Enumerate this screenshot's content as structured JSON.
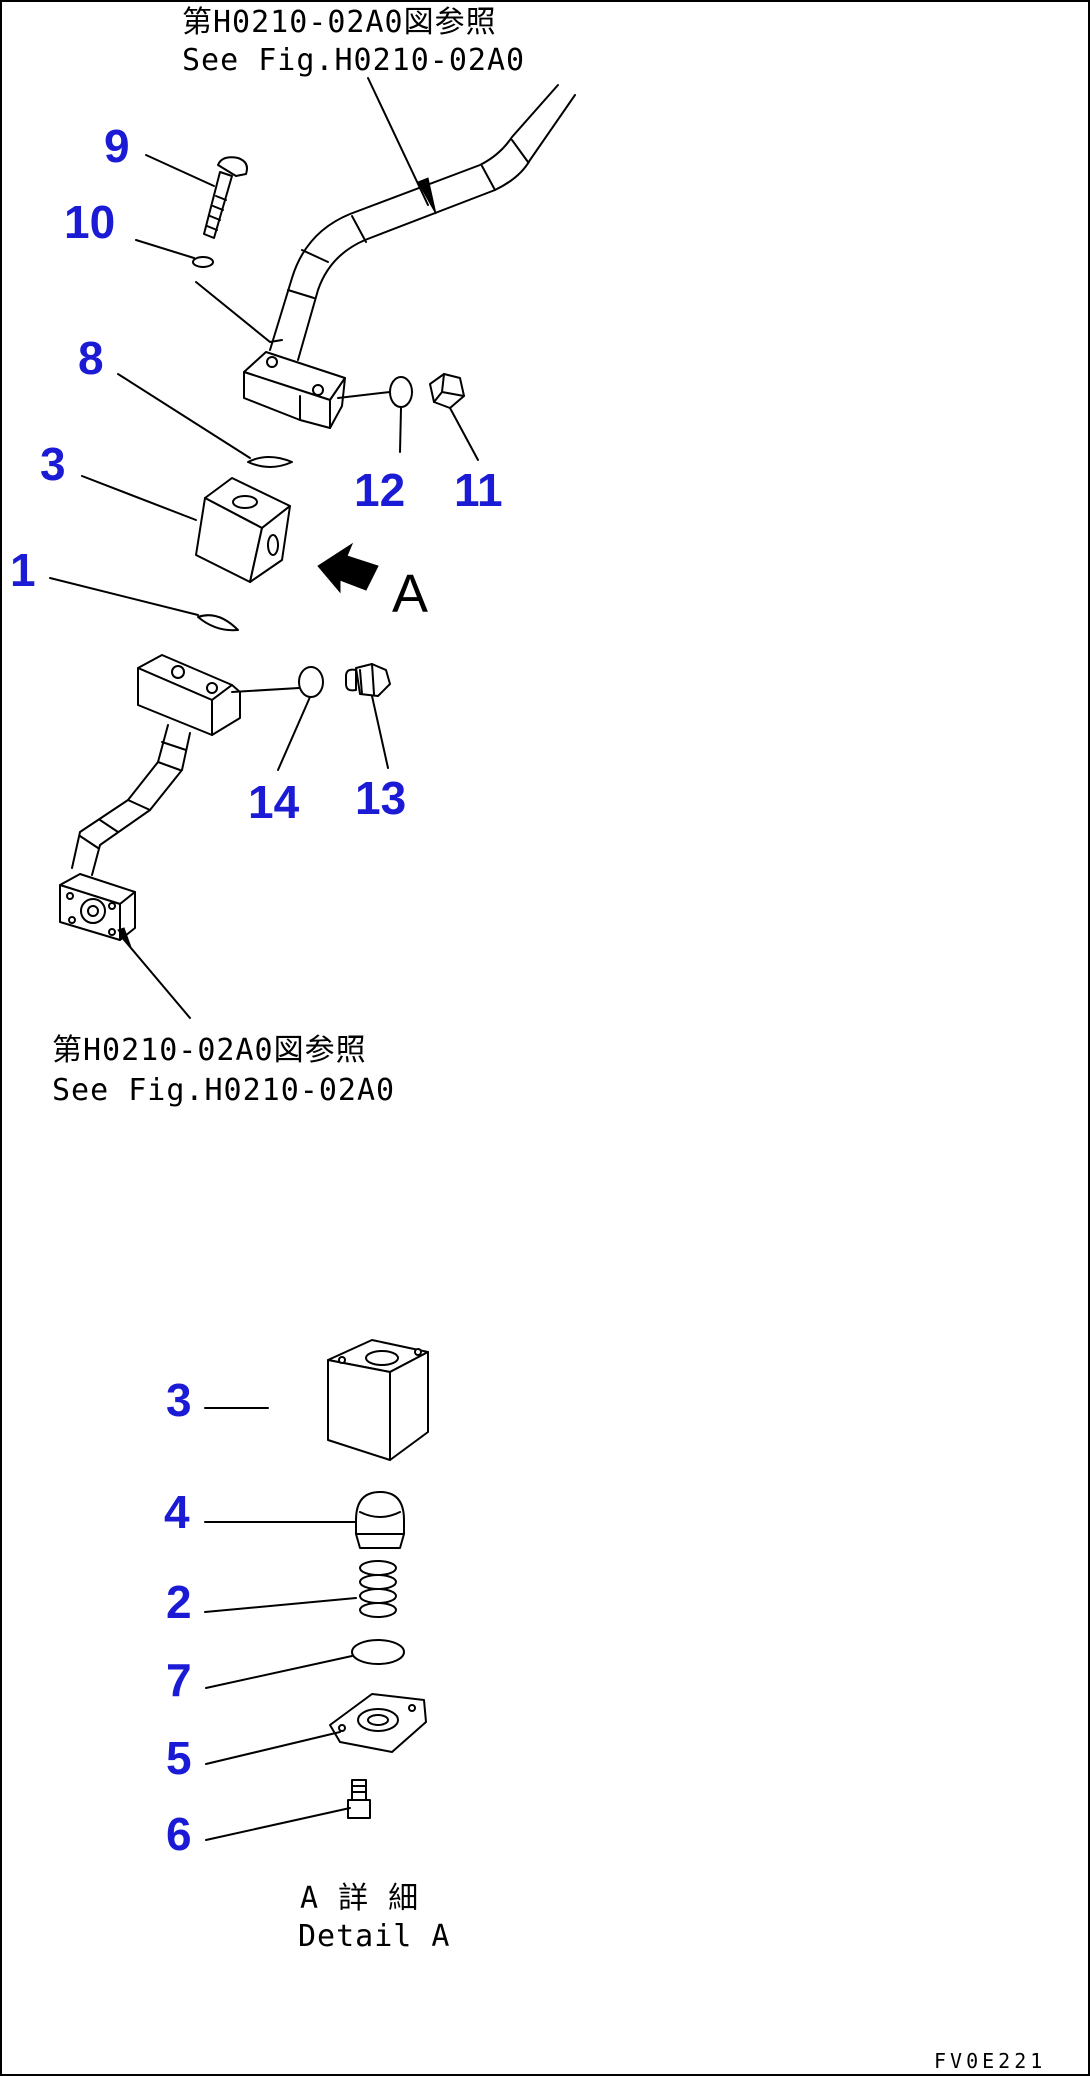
{
  "diagram": {
    "references": {
      "top": {
        "line1": "第H0210-02A0図参照",
        "line2": "See Fig.H0210-02A0"
      },
      "bottom": {
        "line1": "第H0210-02A0図参照",
        "line2": "See Fig.H0210-02A0"
      }
    },
    "view_marker": "A",
    "detail_caption": {
      "line1": "A 詳 細",
      "line2": "Detail A"
    },
    "drawing_code": "FV0E221",
    "callouts": [
      {
        "id": "1",
        "part": "o-ring"
      },
      {
        "id": "2",
        "part": "spring"
      },
      {
        "id": "3",
        "part": "valve-block"
      },
      {
        "id": "4",
        "part": "valve-poppet"
      },
      {
        "id": "5",
        "part": "flange-cover"
      },
      {
        "id": "6",
        "part": "bolt"
      },
      {
        "id": "7",
        "part": "o-ring"
      },
      {
        "id": "8",
        "part": "o-ring"
      },
      {
        "id": "9",
        "part": "bolt"
      },
      {
        "id": "10",
        "part": "washer"
      },
      {
        "id": "11",
        "part": "plug"
      },
      {
        "id": "12",
        "part": "o-ring"
      },
      {
        "id": "13",
        "part": "plug"
      },
      {
        "id": "14",
        "part": "o-ring"
      }
    ],
    "colors": {
      "callout": "#1b1bd6",
      "line": "#000000",
      "background": "#ffffff"
    }
  }
}
